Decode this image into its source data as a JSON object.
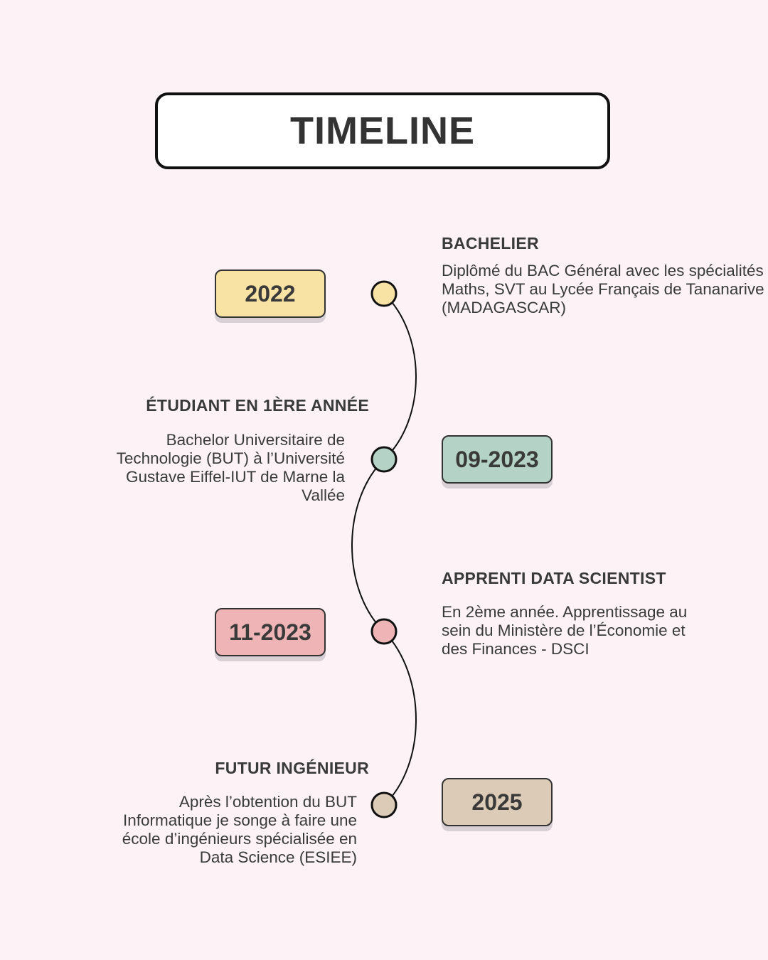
{
  "title": "TIMELINE",
  "events": [
    {
      "year": "2022",
      "heading": "BACHELIER",
      "description": "Diplômé du BAC Général avec les spécialités Maths, SVT au Lycée Français de Tananarive (MADAGASCAR)",
      "color": "#f8e3a4"
    },
    {
      "year": "09-2023",
      "heading": "ÉTUDIANT EN 1ÈRE ANNÉE",
      "description": "Bachelor Universitaire de Technologie (BUT) à l’Université Gustave Eiffel-IUT de Marne la Vallée",
      "color": "#b5d2c6"
    },
    {
      "year": "11-2023",
      "heading": "APPRENTI DATA SCIENTIST",
      "description": "En 2ème année. Apprentissage au sein du Ministère de l’Économie et des Finances - DSCI",
      "color": "#eeb4b6"
    },
    {
      "year": "2025",
      "heading": "FUTUR INGÉNIEUR",
      "description": "Après l’obtention du BUT Informatique je songe à faire une école d’ingénieurs spécialisée en Data Science (ESIEE)",
      "color": "#dccbb6"
    }
  ]
}
